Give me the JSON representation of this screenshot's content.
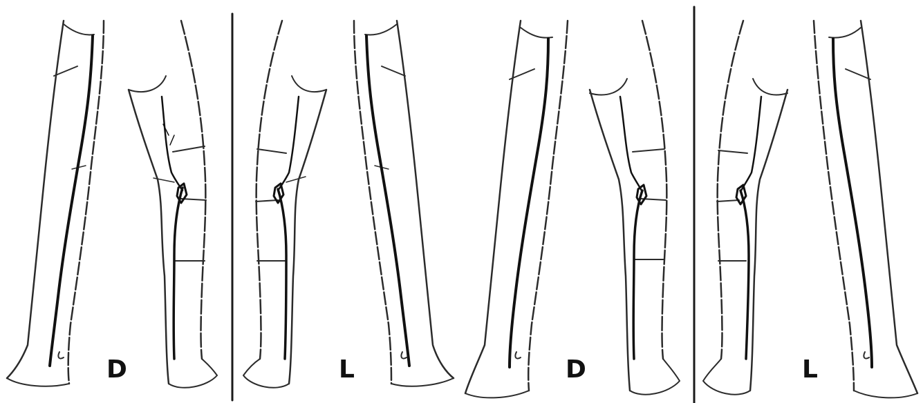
{
  "diagram": {
    "panels": [
      {
        "id": "left",
        "labels": {
          "right_side": "D",
          "left_side": "L"
        }
      },
      {
        "id": "right",
        "labels": {
          "right_side": "D",
          "left_side": "L"
        }
      }
    ],
    "colors": {
      "outline": "#2b2b2b",
      "vein": "#111111",
      "faint": "#9a9a9a",
      "divider": "#1a1a1a"
    }
  }
}
